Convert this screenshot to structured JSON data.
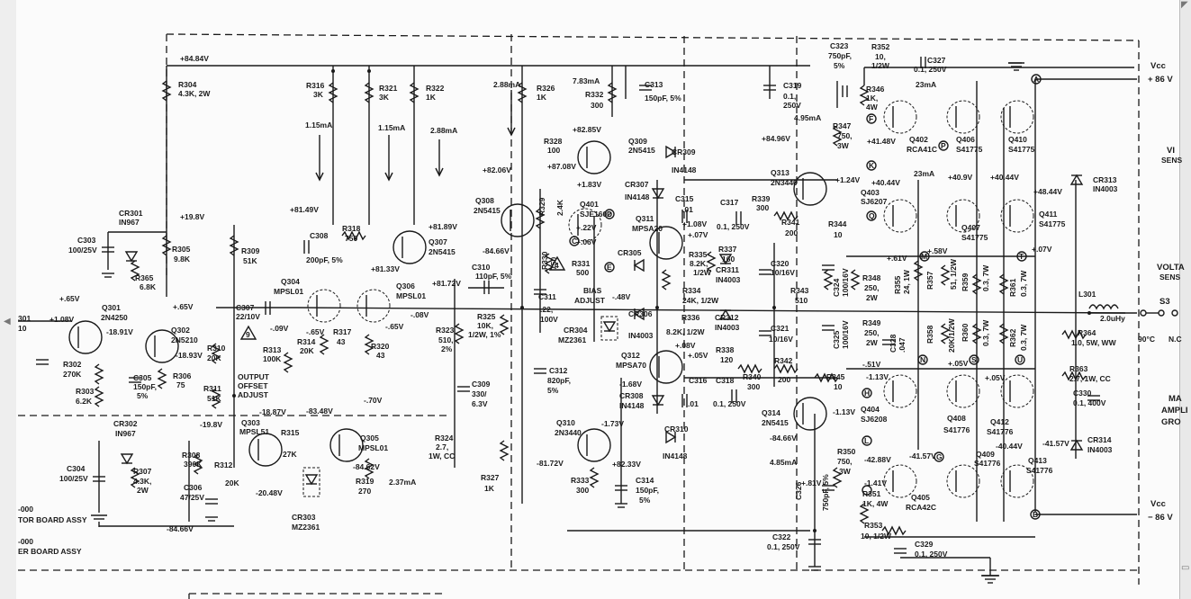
{
  "labels": {
    "r304": "R304",
    "r304v": "4.3K, 2W",
    "rail_top": "+84.84V",
    "r316": "R316",
    "r316v": "3K",
    "r321": "R321",
    "r321v": "3K",
    "r322": "R322",
    "r322v": "1K",
    "i115a": "1.15mA",
    "i115b": "1.15mA",
    "i288": "2.88mA",
    "i288b": "2.88mA",
    "r326": "R326",
    "r326v": "1K",
    "i783": "7.83mA",
    "r332": "R332",
    "r332v": "300",
    "c313": "C313",
    "c313v": "150pF, 5%",
    "c319": "C319",
    "c319v1": "0.1,",
    "c319v2": "250V",
    "c323": "C323",
    "c323v1": "750pF,",
    "c323v2": "5%",
    "r352": "R352",
    "r352v1": "10,",
    "r352v2": "1/2W",
    "c327": "C327",
    "c327v": "0.1, 250V",
    "r346": "R346",
    "r346v1": "1K,",
    "r346v2": "4W",
    "i23a": "23mA",
    "vcc_top": "Vcc",
    "vcc_top_v": "+ 86 V",
    "i495": "4.95mA",
    "r347": "R347",
    "r347v1": "750,",
    "r347v2": "3W",
    "v4148": "+41.48V",
    "q402": "Q402",
    "q402t": "RCA41C",
    "q406": "Q406",
    "q406t": "S41775",
    "q410": "Q410",
    "q410t": "S41775",
    "vi_sens": "VI",
    "vi_sens2": "SENS",
    "r328": "R328",
    "r328v": "100",
    "v8285": "+82.85V",
    "v8708": "+87.08V",
    "q309": "Q309",
    "q309t": "2N5415",
    "cr309": "CR309",
    "cr309t": "IN4148",
    "v8496": "+84.96V",
    "q313": "Q313",
    "q313t": "2N3440",
    "v124": "+1.24V",
    "v4044": "+40.44V",
    "q403": "Q403",
    "q403t": "SJ6207",
    "i23b": "23mA",
    "v409": "+40.9V",
    "v4044b": "+40.44V",
    "v4044c": "+48.44V",
    "cr313": "CR313",
    "cr313t": "IN4003",
    "v8206": "+82.06V",
    "v183": "+1.83V",
    "cr307": "CR307",
    "cr307t": "IN4148",
    "c315": "C315",
    "c315v": ".01",
    "c317": "C317",
    "r339": "R339",
    "r339v": "300",
    "q308": "Q308",
    "q308t": "2N5415",
    "r329": "R329",
    "r329v": "2.4K",
    "q401": "Q401",
    "q401t": "SJE1602",
    "v22": "+.22V",
    "q311": "Q311",
    "q311t": "MPSA20",
    "v108": "+1.08V",
    "v07": "+.07V",
    "c317v": "0.1, 250V",
    "r341": "R341",
    "r341v": "200",
    "r344": "R344",
    "r344v": "10",
    "q407": "Q407",
    "q407t": "S41775",
    "q411": "Q411",
    "q411t": "S41775",
    "v07b": "+.07V",
    "volt_sens": "VOLTA",
    "volt_sens2": "SENS",
    "v8466": "-84.66V",
    "v06": "+.06V",
    "cr305": "CR305",
    "r335": "R335",
    "r335v1": "8.2K,",
    "r335v2": "1/2W",
    "r337": "R337",
    "r337v": "160",
    "c320": "C320",
    "c320v": "10/16V",
    "v61": "+.61V",
    "v58": "+.58V",
    "r355": "R355",
    "r355v": "24, 1W",
    "r357": "R357",
    "r357v": "51, 1/2W",
    "r359": "R359",
    "r359v": "0.3, 7W",
    "r361": "R361",
    "r361v": "0.3, 7W",
    "c301": "CR301",
    "cr301t": "IN967",
    "v198": "+19.8V",
    "c303": "C303",
    "c303v": "100/25V",
    "r305": "R305",
    "r305v": "9.8K",
    "r309": "R309",
    "r309v": "51K",
    "r365": "R365",
    "r365v": "6.8K",
    "v8149": "+81.49V",
    "r318": "R318",
    "r318v": "750",
    "v8189": "+81.89V",
    "c308": "C308",
    "c308v": "200pF, 5%",
    "q307": "Q307",
    "q307t": "2N5415",
    "v8133": "+81.33V",
    "v8172": "+81.72V",
    "q304": "Q304",
    "q304t": "MPSL01",
    "q306": "Q306",
    "q306t": "MPSL01",
    "c310": "C310",
    "c310v": "110pF, 5%",
    "r330": "R330",
    "r330v": "750",
    "r331": "R331",
    "r331v": "500",
    "bias1": "BIAS",
    "bias2": "ADJUST",
    "c311": "C311",
    "c311v1": ".22,",
    "c311v2": "100V",
    "v48": "-.48V",
    "cr311": "CR311",
    "cr311t": "IN4003",
    "r334": "R334",
    "r334v": "24K, 1/2W",
    "r343": "R343",
    "r343v": "510",
    "c324": "C324",
    "c324v": "100/16V",
    "r348": "R348",
    "r348v1": "250,",
    "r348v2": "2W",
    "v65": "+.65V",
    "q301": "Q301",
    "q301t": "2N4250",
    "v108b": "+1.08V",
    "v1891": "-18.91V",
    "v65b": "+.65V",
    "q302": "Q302",
    "q302t": "2N5210",
    "v1893": "-18.93V",
    "c307": "C307",
    "c307v": "22/10V",
    "v09": "-.09V",
    "r313": "R313",
    "r313v": "100K",
    "r314": "R314",
    "r314v": "20K",
    "r317": "R317",
    "r317v": "43",
    "v65c": "-.65V",
    "v65d": "-.65V",
    "v08": "-.08V",
    "r320": "R320",
    "r320v": "43",
    "r323": "R323",
    "r323v1": "510,",
    "r323v2": "2%",
    "r325": "R325",
    "r325v1": "10K,",
    "r325v2": "1/2W, 1%",
    "cr304": "CR304",
    "cr304t": "MZ2361",
    "cr306": "CR306",
    "cr306t": "IN4003",
    "r336": "R336",
    "r336v": "8.2K, 1/2W",
    "cr312": "CR312",
    "cr312t": "IN4003",
    "c321": "C321",
    "c321v": "10/16V",
    "c325": "C325",
    "c325v": "100/16V",
    "r349": "R349",
    "r349v1": "250,",
    "r349v2": "2W",
    "c328": "C328",
    "c328v": ".047",
    "r358": "R358",
    "r358v": "20K/1/2W",
    "r360": "R360",
    "r360v": "0.3, 7W",
    "r362": "R362",
    "r362v": "0.3, 7W",
    "l301": "L301",
    "l301v": "2.0uHy",
    "s3": "S3",
    "deg90": "90°C",
    "nc": "N.C",
    "r364": "R364",
    "r364v": "1.0, 5W, WW",
    "r363": "R363",
    "r363v": "2.7, 1W, CC",
    "c330": "C330",
    "c330v": "0.1, 400V",
    "main1": "MA",
    "main2": "AMPLI",
    "main3": "GRO",
    "r301": "301",
    "r301v": "10",
    "r302": "R302",
    "r302v": "270K",
    "r303": "R303",
    "r303v": "6.2K",
    "c305": "C305",
    "c305v1": "150pF,",
    "c305v2": "5%",
    "r306": "R306",
    "r306v": "75",
    "r310": "R310",
    "r310v": "20K",
    "r311": "R311",
    "r311v": "51K",
    "out1": "OUTPUT",
    "out2": "OFFSET",
    "out3": "ADJUST",
    "v70": "-.70V",
    "c309": "C309",
    "c309v1": "330/",
    "c309v2": "6.3V",
    "c312": "C312",
    "c312v1": "820pF,",
    "c312v2": "5%",
    "q312": "Q312",
    "q312t": "MPSA70",
    "v08b": "+.08V",
    "v05": "+.05V",
    "v168": "-1.68V",
    "cr308": "CR308",
    "cr308t": "IN4148",
    "c316": "C316",
    "c316v": ".01",
    "c318": "C318",
    "c318v": "0.1, 250V",
    "r338": "R338",
    "r338v": "120",
    "r340": "R340",
    "r340v": "300",
    "r342": "R342",
    "r342v": "200",
    "r345": "R345",
    "r345v": "10",
    "v51": "-.51V",
    "v05b": "+.05V",
    "v113": "-1.13V",
    "v113b": "-1.13V",
    "q404": "Q404",
    "q404t": "SJ6208",
    "q408": "Q408",
    "q408t": "S41776",
    "v05c": "+.05V",
    "q412": "Q412",
    "q412t": "S41776",
    "v4044d": "-40.44V",
    "v4157": "-41.57V",
    "cr314": "CR314",
    "cr314t": "IN4003",
    "q314": "Q314",
    "q314t": "2N5415",
    "v8466b": "-84.66V",
    "cr302": "CR302",
    "cr302t": "IN967",
    "v198b": "-19.8V",
    "q303": "Q303",
    "q303t": "MPSL51",
    "v1887": "-18.87V",
    "v8348": "-83.48V",
    "r315": "R315",
    "r315v": "27K",
    "q305": "Q305",
    "q305t": "MPSL01",
    "r308": "R308",
    "r308v": "390K",
    "r312": "R312",
    "r312v": "20K",
    "c304": "C304",
    "c304v": "100/25V",
    "r307": "R307",
    "r307v1": "4.3K,",
    "r307v2": "2W",
    "c306": "C306",
    "c306v": "47/25V",
    "v2048": "-20.48V",
    "v8462": "-84.62V",
    "r319": "R319",
    "r319v": "270",
    "i237": "2.37mA",
    "q310": "Q310",
    "q310t": "2N3440",
    "v173": "-1.73V",
    "v8233": "+82.33V",
    "cr310": "CR310",
    "cr310t": "IN4148",
    "v4172": "-81.72V",
    "r324": "R324",
    "r324v1": "2.7,",
    "r324v2": "1W, CC",
    "r327": "R327",
    "r327v": "1K",
    "r333": "R333",
    "r333v": "300",
    "c314": "C314",
    "c314v1": "150pF,",
    "c314v2": "5%",
    "i485": "4.85mA",
    "c326": "C326",
    "c326v": "750pF, 5%",
    "r350": "R350",
    "r350v1": "750,",
    "r350v2": "3W",
    "v4288": "-42.88V",
    "v4157b": "-41.57V",
    "q409": "Q409",
    "q409t": "S41776",
    "q413": "Q413",
    "q413t": "S41776",
    "q405": "Q405",
    "q405t": "RCA42C",
    "r351": "R351",
    "r351v": "1K, 4W",
    "r353": "R353",
    "r353v": "10, 1/2W",
    "c322": "C322",
    "c322v": "0.1, 250V",
    "c329": "C329",
    "c329v": "0.1, 250V",
    "vcc_bot": "Vcc",
    "vcc_bot_v": "− 86 V",
    "v8466c": "-84.66V",
    "cr303": "CR303",
    "cr303t": "MZ2361",
    "board1a": "-000",
    "board1b": "TOR BOARD ASSY",
    "board2a": "-000",
    "board2b": "ER BOARD ASSY",
    "node_a": "A",
    "node_b": "B",
    "node_c": "C",
    "node_d": "D",
    "node_e": "E",
    "node_f": "F",
    "node_g": "G",
    "node_h": "H",
    "node_k": "K",
    "node_l": "L",
    "node_m": "M",
    "node_n": "N",
    "node_p": "P",
    "node_q": "Q",
    "node_s": "S",
    "node_t": "T",
    "node_u": "U",
    "tri": "9",
    "tri2": "4",
    "v81": "+.81V",
    "v41": "-1.41V"
  }
}
